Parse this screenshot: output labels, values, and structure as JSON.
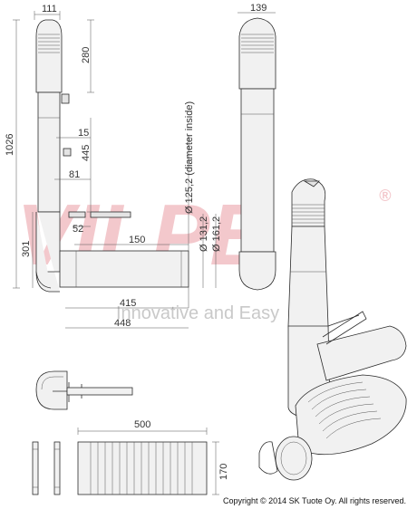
{
  "watermark": {
    "brand": "VILPE",
    "registered": "®",
    "slogan": "Innovative and Easy"
  },
  "dimensions": {
    "top_width_front": "111",
    "top_width_side": "139",
    "cap_height": "280",
    "total_height": "1026",
    "mid_height": "445",
    "offset_15": "15",
    "offset_81": "81",
    "offset_52": "52",
    "bottom_301": "301",
    "pipe_150": "150",
    "pipe_415": "415",
    "pipe_448": "448",
    "flex_500": "500",
    "flex_170": "170"
  },
  "diameters": {
    "inner": "Ø 125,2 (diameter inside)",
    "mid": "Ø 131,2",
    "outer": "Ø 161,2"
  },
  "copyright": "Copyright © 2014 SK Tuote Oy. All rights reserved.",
  "colors": {
    "watermark_red": "#f3c8cc",
    "line": "#2b2b2b",
    "fill": "#e4e4e4"
  }
}
